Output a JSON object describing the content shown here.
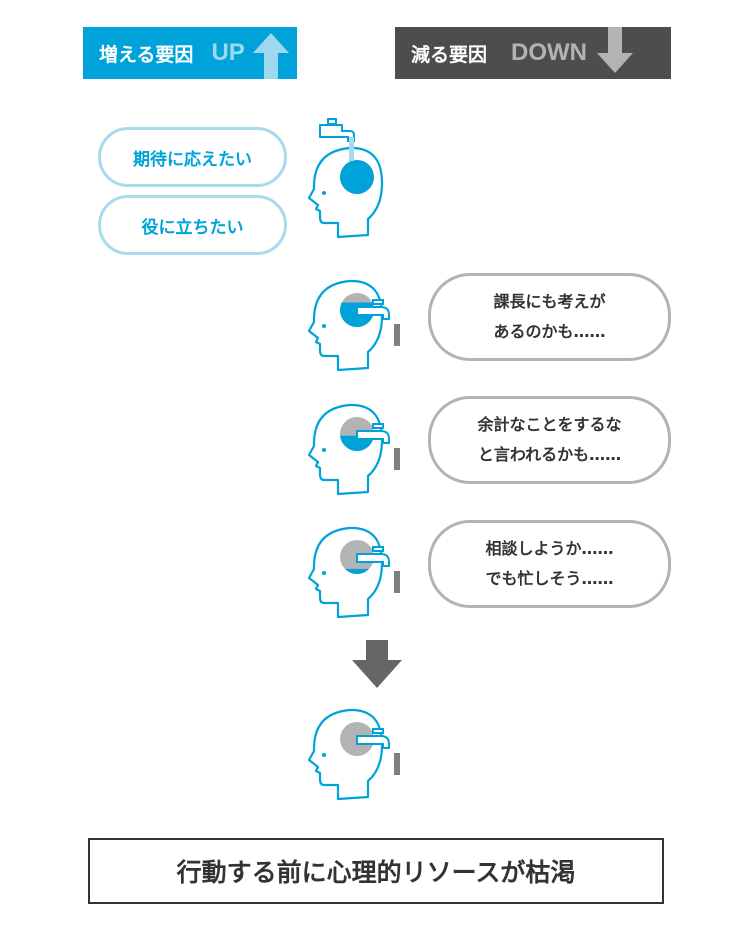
{
  "header_up": {
    "title": "増える要因",
    "tag": "UP",
    "arrow_icon": "arrow-up"
  },
  "header_down": {
    "title": "減る要因",
    "tag": "DOWN",
    "arrow_icon": "arrow-down"
  },
  "up_factors": [
    "期待に応えたい",
    "役に立ちたい"
  ],
  "down_factors": [
    {
      "line1": "課長にも考えが",
      "line2": "あるのかも……"
    },
    {
      "line1": "余計なことをするな",
      "line2": "と言われるかも……"
    },
    {
      "line1": "相談しようか……",
      "line2": "でも忙しそう……"
    }
  ],
  "resource_levels": [
    1.0,
    0.72,
    0.45,
    0.15,
    0.0
  ],
  "conclusion": "行動する前に心理的リソースが枯渇",
  "colors": {
    "blue": "#00a3d9",
    "light_blue": "#a6dbee",
    "gray": "#b3b3b3",
    "dark": "#4d4d4d",
    "drain": "#808080"
  }
}
